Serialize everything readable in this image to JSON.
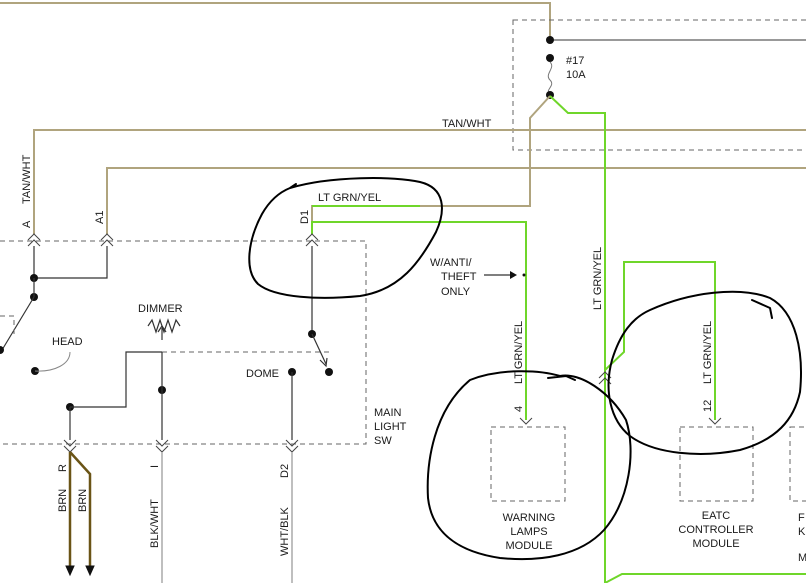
{
  "fuse": {
    "number": "#17",
    "rating": "10A"
  },
  "wires": {
    "tan_wht": "TAN/WHT",
    "tan_wht_vertical": "TAN/WHT",
    "lt_grn_yel": "LT GRN/YEL",
    "lt_grn_yel_right": "LT GRN/YEL",
    "lt_grn_yel_warning": "LT GRN/YEL",
    "lt_grn_yel_eatc": "LT GRN/YEL",
    "brn_r": "BRN",
    "brn_2": "BRN",
    "blk_wht": "BLK/WHT",
    "wht_blk": "WHT/BLK"
  },
  "pins": {
    "a": "A",
    "a1": "A1",
    "d1": "D1",
    "r": "R",
    "i": "I",
    "d2": "D2",
    "warning_pin": "4",
    "eatc_pin": "12"
  },
  "switch": {
    "head": "HEAD",
    "dimmer": "DIMMER",
    "dome": "DOME",
    "title_line1": "MAIN",
    "title_line2": "LIGHT",
    "title_line3": "SW"
  },
  "note": {
    "line1": "W/ANTI/",
    "line2": "THEFT",
    "line3": "ONLY"
  },
  "modules": {
    "warning": {
      "line1": "WARNING",
      "line2": "LAMPS",
      "line3": "MODULE"
    },
    "eatc": {
      "line1": "EATC",
      "line2": "CONTROLLER",
      "line3": "MODULE"
    },
    "partial": {
      "line1": "F",
      "line2": "K",
      "line3": "M"
    }
  },
  "colors": {
    "tan_wire": "#b0a47e",
    "green_wire": "#6fd62a",
    "brown_wire": "#6a5416",
    "ink_annotation": "#000000"
  }
}
